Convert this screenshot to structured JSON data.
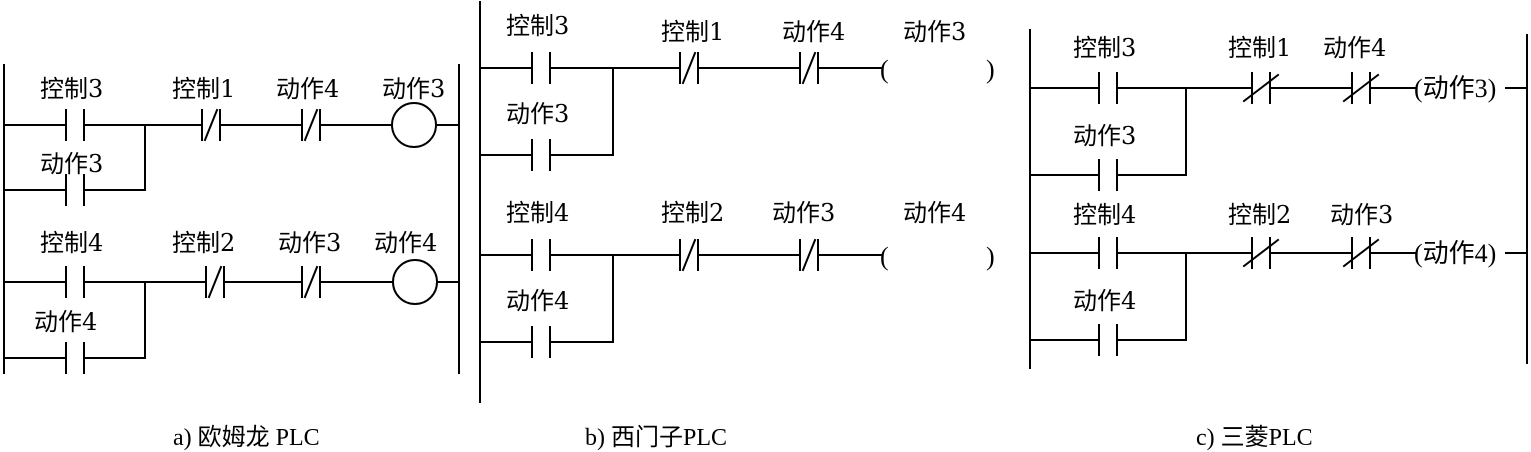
{
  "captions": {
    "a": "a) 欧姆龙 PLC",
    "b": "b) 西门子PLC",
    "c": "c) 三菱PLC"
  },
  "labels": {
    "ctrl1": "控制1",
    "ctrl2": "控制2",
    "ctrl3": "控制3",
    "ctrl4": "控制4",
    "act3": "动作3",
    "act4": "动作4"
  },
  "mitsubishi": {
    "coil3": "(动作3)",
    "coil4": "(动作4)"
  },
  "siemens": {
    "open": "(",
    "close": ")"
  }
}
